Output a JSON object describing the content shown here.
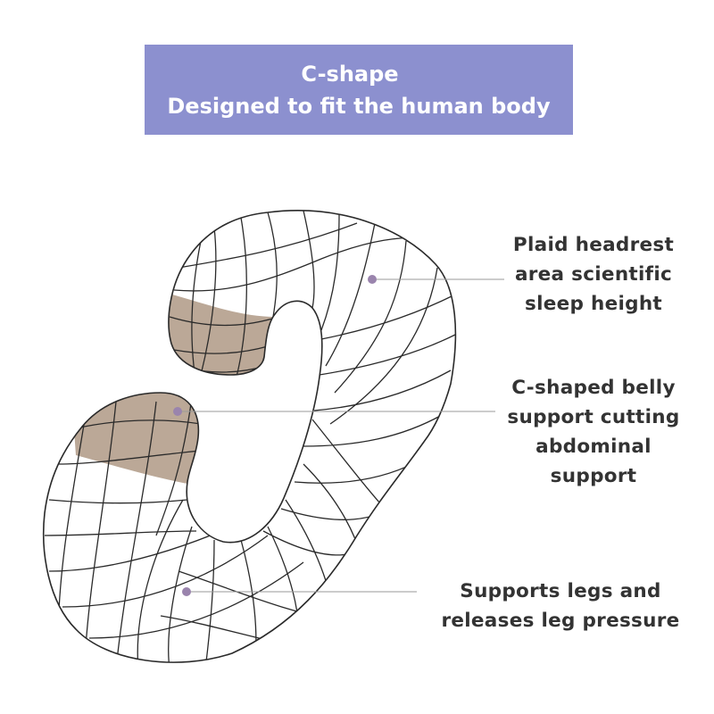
{
  "header": {
    "line1": "C-shape",
    "line2": "Designed to fit the human body",
    "color": "#8c90cf"
  },
  "callouts": [
    {
      "lines": [
        "Plaid headrest",
        "area scientific",
        "sleep height"
      ]
    },
    {
      "lines": [
        "C-shaped belly",
        "support cutting",
        "abdominal",
        "support"
      ]
    },
    {
      "lines": [
        "Supports legs and",
        "releases leg pressure"
      ]
    }
  ],
  "colors": {
    "outline": "#2a2a2a",
    "shaded_area": "#bba897",
    "marker_dot": "#9a84ad",
    "leader_line": "#9a9a9a"
  }
}
